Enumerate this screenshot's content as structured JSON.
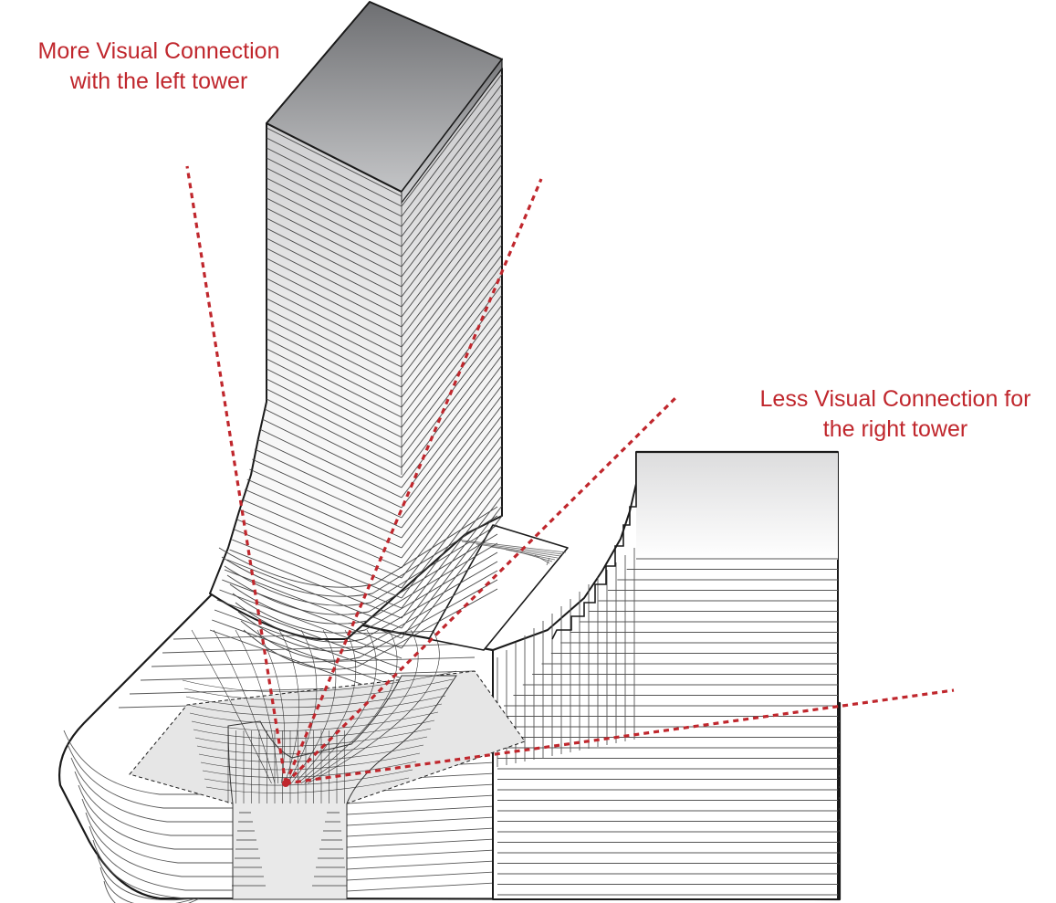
{
  "annotations": {
    "left_tower": {
      "line1": "More Visual Connection",
      "line2": "with the left tower",
      "color": "#c0272d"
    },
    "right_tower": {
      "line1": "Less Visual Connection for",
      "line2": "the right tower",
      "color": "#c0272d"
    }
  },
  "colors": {
    "sightline": "#c0272d",
    "outline": "#1a1a1a",
    "floor_line": "#555555",
    "courtyard_fill": "#e6e6e6",
    "tower_top_dark": "#6e6f72",
    "tower_top_light": "#c9cacc"
  }
}
